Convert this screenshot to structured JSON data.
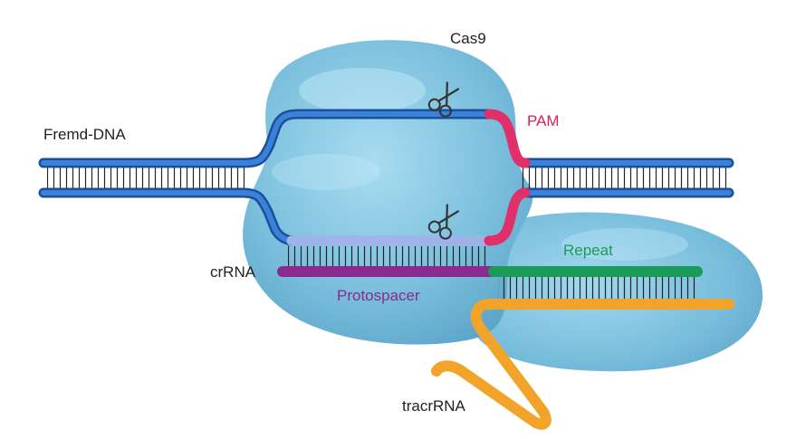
{
  "labels": {
    "cas9": "Cas9",
    "fremd_dna": "Fremd-DNA",
    "pam": "PAM",
    "crrna": "crRNA",
    "repeat": "Repeat",
    "protospacer": "Protospacer",
    "tracrrna": "tracrRNA"
  },
  "colors": {
    "protein_body": "#7cc0de",
    "dna_strand": "#2a6fc7",
    "pam": "#e0306a",
    "protospacer": "#8a2a8e",
    "repeat": "#1a9b58",
    "tracrrna": "#f2a42a",
    "label_dark": "#222222",
    "label_pam": "#d81e5b",
    "label_repeat": "#1a9b58",
    "label_protospacer": "#8a2a8e"
  },
  "icons": [
    "scissors-icon",
    "scissors-icon"
  ]
}
